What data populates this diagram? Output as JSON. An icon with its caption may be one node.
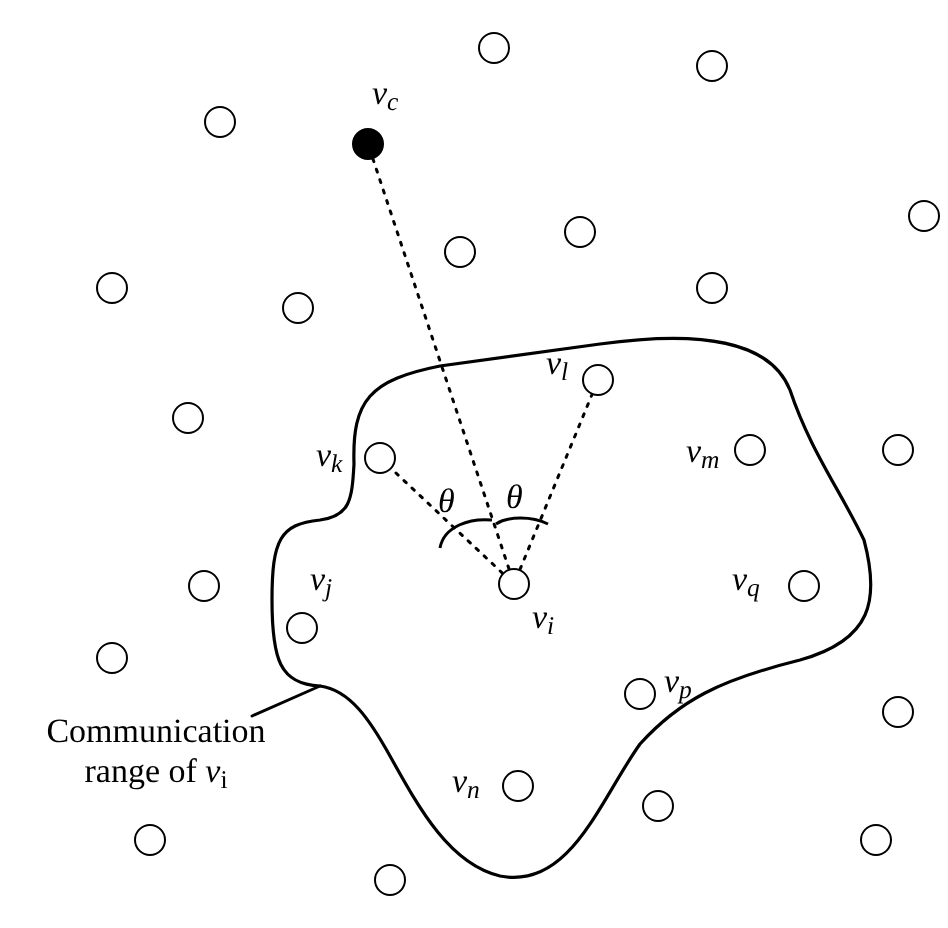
{
  "diagram": {
    "nodes": [
      {
        "text": [],
        "shape": "cloud"
      },
      {
        "text": [],
        "shape": "circle"
      },
      {
        "text": [],
        "shape": "circle"
      },
      {
        "text": [],
        "shape": "circle"
      },
      {
        "text": [],
        "shape": "circle",
        "beside": [
          "v$_{c}$"
        ]
      },
      {
        "text": [],
        "shape": "circle"
      },
      {
        "text": [],
        "shape": "circle"
      },
      {
        "text": [],
        "shape": "circle"
      },
      {
        "text": [],
        "shape": "circle"
      },
      {
        "text": [],
        "shape": "circle"
      },
      {
        "text": [],
        "shape": "circle"
      },
      {
        "text": [],
        "shape": "circle"
      },
      {
        "text": [],
        "shape": "circle",
        "in": 0,
        "beside": [
          "v$_{l}$"
        ]
      },
      {
        "text": [],
        "shape": "circle",
        "in": 0,
        "beside": [
          "v$_{k}$"
        ]
      },
      {
        "text": [],
        "shape": "circle",
        "in": 0,
        "beside": [
          "v$_{m}$"
        ]
      },
      {
        "text": [],
        "shape": "circle"
      },
      {
        "text": [],
        "shape": "circle",
        "in": 0,
        "beside": [
          "v$_{i}$"
        ]
      },
      {
        "text": [],
        "shape": "circle"
      },
      {
        "text": [],
        "shape": "circle",
        "in": 0,
        "beside": [
          "v$_{q}$"
        ]
      },
      {
        "text": [],
        "shape": "circle",
        "in": 0,
        "beside": [
          "v$_{j}$"
        ]
      },
      {
        "text": [],
        "shape": "circle"
      },
      {
        "text": [],
        "shape": "circle",
        "in": 0,
        "beside": [
          "v$_{p}$"
        ]
      },
      {
        "text": [],
        "shape": "circle"
      },
      {
        "text": [],
        "shape": "circle",
        "in": 0,
        "beside": [
          "v$_{n}$"
        ]
      },
      {
        "text": [],
        "shape": "circle"
      },
      {
        "text": [],
        "shape": "circle"
      },
      {
        "text": [],
        "shape": "circle"
      },
      {
        "text": [],
        "shape": "circle"
      },
      {
        "text": [
          "Communication range of *v*$_{i}$"
        ]
      }
    ],
    "edges": [
      {
        "from": 16,
        "to": 4,
        "arrow": "none",
        "style": "dashed"
      },
      {
        "from": 16,
        "to": 13,
        "arrow": "none",
        "style": "dashed"
      },
      {
        "from": 16,
        "to": 12,
        "arrow": "none",
        "style": "dashed"
      },
      {
        "from": 28,
        "to": 0,
        "arrow": "none"
      }
    ],
    "labels": [
      "θ",
      "θ"
    ]
  }
}
